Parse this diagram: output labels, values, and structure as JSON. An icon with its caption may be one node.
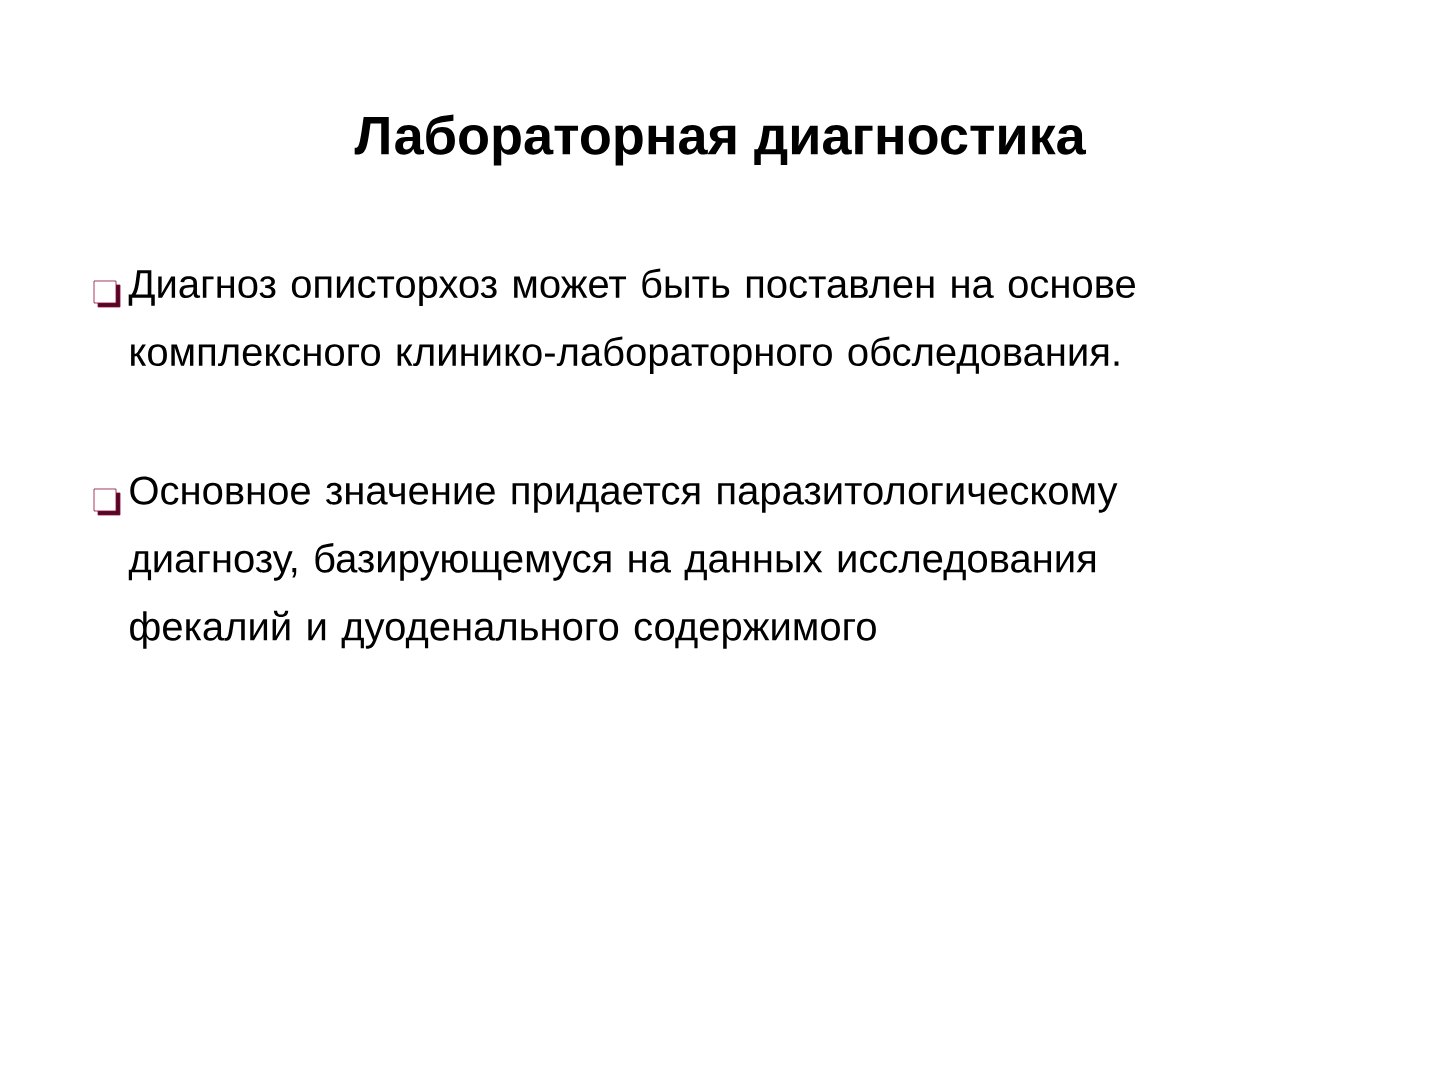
{
  "diagram": {
    "title": "Лабораторная диагностика",
    "labels": [
      "Диагноз описторхоз может быть поставлен на основе комплексного клинико-лабораторного обследования.",
      "Основное значение придается паразитологическому диагнозу, базирующемуся на данных исследования фекалий и дуоденального содержимого"
    ]
  }
}
